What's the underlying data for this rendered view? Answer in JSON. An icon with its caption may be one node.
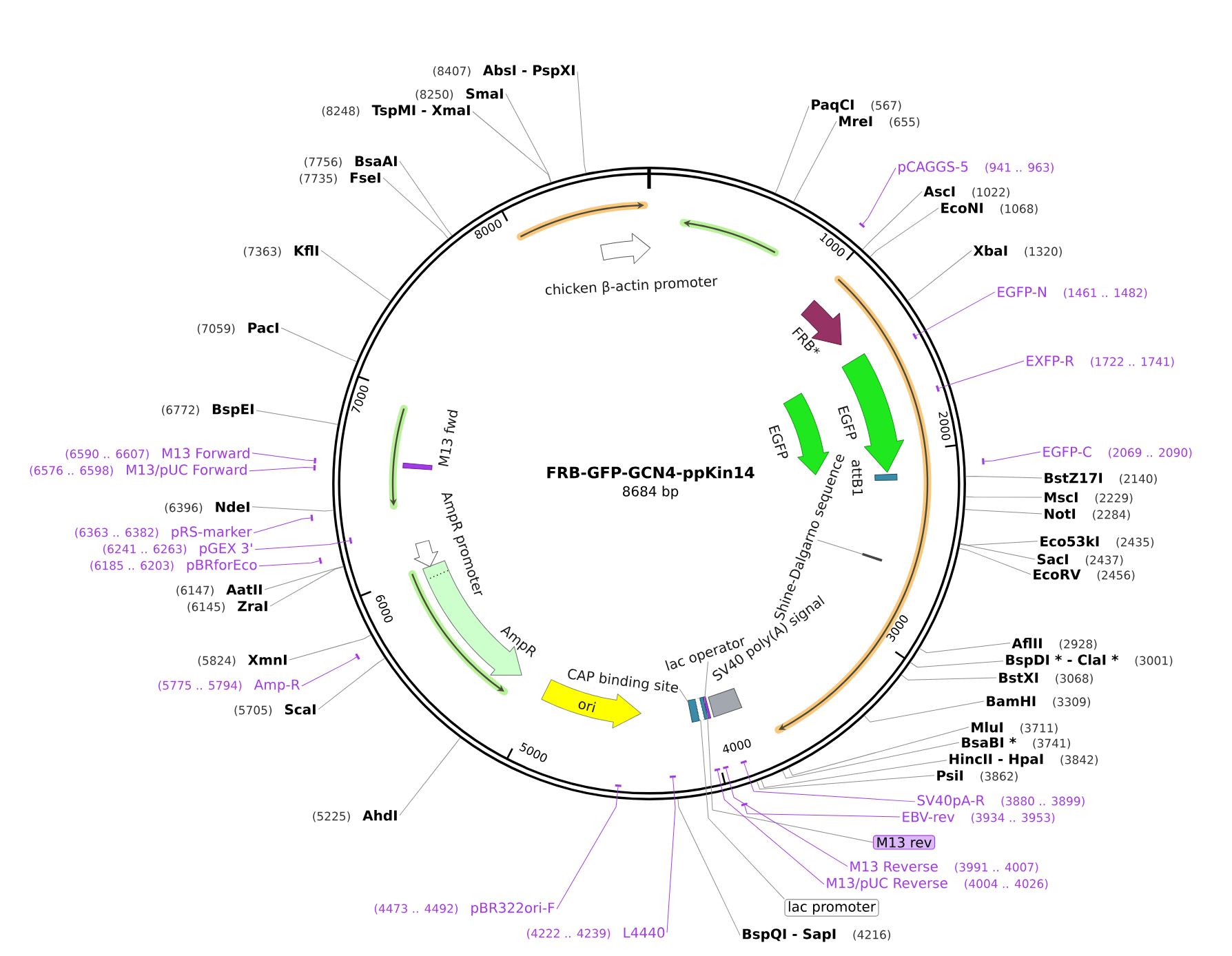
{
  "diagram": {
    "title": "FRB-GFP-GCN4-ppKin14",
    "nodes": [
      {
        "text": [
          "PaqCI",
          "(567)"
        ]
      },
      {
        "text": [
          "MreI",
          "(655)"
        ]
      },
      {
        "text": [
          "pCAGGS-5",
          "(941 .. 963)"
        ]
      },
      {
        "text": [
          "AscI",
          "(1022)"
        ]
      },
      {
        "text": [
          "EcoNI",
          "(1068)"
        ]
      },
      {
        "text": [
          "XbaI",
          "(1320)"
        ]
      },
      {
        "text": [
          "EGFP-N",
          "(1461 .. 1482)"
        ]
      },
      {
        "text": [
          "EXFP-R",
          "(1722 .. 1741)"
        ]
      },
      {
        "text": [
          "EGFP-C",
          "(2069 .. 2090)"
        ]
      },
      {
        "text": [
          "BstZ17I",
          "(2140)"
        ]
      },
      {
        "text": [
          "MscI",
          "(2229)"
        ]
      },
      {
        "text": [
          "NotI",
          "(2284)"
        ]
      },
      {
        "text": [
          "Eco53kI",
          "(2435)"
        ]
      },
      {
        "text": [
          "SacI",
          "(2437)"
        ]
      },
      {
        "text": [
          "EcoRV",
          "(2456)"
        ]
      },
      {
        "text": [
          "AflII",
          "(2928)"
        ]
      },
      {
        "text": [
          "BspDI * - ClaI *",
          "(3001)"
        ]
      },
      {
        "text": [
          "BstXI",
          "(3068)"
        ]
      },
      {
        "text": [
          "BamHI",
          "(3309)"
        ]
      },
      {
        "text": [
          "MluI",
          "(3711)"
        ]
      },
      {
        "text": [
          "BsaBI *",
          "(3741)"
        ]
      },
      {
        "text": [
          "HincII - HpaI",
          "(3842)"
        ]
      },
      {
        "text": [
          "PsiI",
          "(3862)"
        ]
      },
      {
        "text": [
          "SV40pA-R",
          "(3880 .. 3899)"
        ]
      },
      {
        "text": [
          "EBV-rev",
          "(3934 .. 3953)"
        ]
      },
      {
        "text": [
          "M13 rev"
        ]
      },
      {
        "text": [
          "M13 Reverse",
          "(3991 .. 4007)"
        ]
      },
      {
        "text": [
          "M13/pUC Reverse",
          "(4004 .. 4026)"
        ]
      },
      {
        "text": [
          "lac promoter"
        ]
      },
      {
        "text": [
          "BspQI - SapI",
          "(4216)"
        ]
      },
      {
        "text": [
          "(4222 .. 4239)",
          "L4440"
        ]
      },
      {
        "text": [
          "(4473 .. 4492)",
          "pBR322ori-F"
        ]
      },
      {
        "text": [
          "(5225)",
          "AhdI"
        ]
      },
      {
        "text": [
          "(5705)",
          "ScaI"
        ]
      },
      {
        "text": [
          "(5775 .. 5794)",
          "Amp-R"
        ]
      },
      {
        "text": [
          "(5824)",
          "XmnI"
        ]
      },
      {
        "text": [
          "(6145)",
          "ZraI"
        ]
      },
      {
        "text": [
          "(6147)",
          "AatII"
        ]
      },
      {
        "text": [
          "(6185 .. 6203)",
          "pBRforEco"
        ]
      },
      {
        "text": [
          "(6241 .. 6263)",
          "pGEX 3'"
        ]
      },
      {
        "text": [
          "(6363 .. 6382)",
          "pRS-marker"
        ]
      },
      {
        "text": [
          "(6396)",
          "NdeI"
        ]
      },
      {
        "text": [
          "(6576 .. 6598)",
          "M13/pUC Forward"
        ]
      },
      {
        "text": [
          "(6590 .. 6607)",
          "M13 Forward"
        ]
      },
      {
        "text": [
          "(6772)",
          "BspEI"
        ]
      },
      {
        "text": [
          "(7059)",
          "PacI"
        ]
      },
      {
        "text": [
          "(7363)",
          "KflI"
        ]
      },
      {
        "text": [
          "(7735)",
          "FseI"
        ]
      },
      {
        "text": [
          "(7756)",
          "BsaAI"
        ]
      },
      {
        "text": [
          "(8248)",
          "TspMI - XmaI"
        ]
      },
      {
        "text": [
          "(8250)",
          "SmaI"
        ]
      },
      {
        "text": [
          "(8407)",
          "AbsI - PspXI"
        ]
      },
      {
        "text": [
          "chicken β-actin promoter"
        ]
      },
      {
        "text": [
          "FRB*"
        ]
      },
      {
        "text": [
          "EGFP"
        ]
      },
      {
        "text": [
          "EGFP"
        ]
      },
      {
        "text": [
          "attB1"
        ]
      },
      {
        "text": [
          "Shine-Dalgarno sequence"
        ]
      },
      {
        "text": [
          "SV40 poly(A) signal"
        ]
      },
      {
        "text": [
          "lac operator"
        ]
      },
      {
        "text": [
          "CAP binding site"
        ]
      },
      {
        "text": [
          "ori"
        ]
      },
      {
        "text": [
          "AmpR"
        ]
      },
      {
        "text": [
          "AmpR promoter"
        ]
      },
      {
        "text": [
          "M13 fwd"
        ]
      },
      {
        "text": [],
        "shape": "bar"
      },
      {
        "text": [],
        "shape": "bar"
      },
      {
        "text": [],
        "shape": "bar"
      },
      {
        "text": [],
        "shape": "bar"
      },
      {
        "text": [],
        "shape": "bar"
      },
      {
        "text": [],
        "shape": "bar"
      },
      {
        "text": [],
        "shape": "bar"
      },
      {
        "text": [],
        "shape": "bar"
      },
      {
        "text": [],
        "shape": "bar"
      },
      {
        "text": [],
        "shape": "bar"
      },
      {
        "text": [],
        "shape": "bar"
      },
      {
        "text": [],
        "shape": "bar"
      },
      {
        "text": [],
        "shape": "bar"
      },
      {
        "text": [],
        "shape": "bar"
      },
      {
        "text": [],
        "shape": "bar"
      },
      {
        "text": [],
        "shape": "bar"
      },
      {
        "text": [],
        "shape": "box"
      },
      {
        "text": [],
        "shape": "box"
      },
      {
        "text": [],
        "shape": "box"
      },
      {
        "text": [],
        "shape": "box"
      },
      {
        "text": [],
        "shape": "bar"
      }
    ],
    "edges": [
      {
        "from": 0,
        "to": null,
        "arrow": "none"
      },
      {
        "from": 1,
        "to": null,
        "arrow": "none"
      },
      {
        "from": 2,
        "to": 65,
        "arrow": "none",
        "color": "#a23be6"
      },
      {
        "from": 3,
        "to": null,
        "arrow": "none"
      },
      {
        "from": 4,
        "to": null,
        "arrow": "none"
      },
      {
        "from": 5,
        "to": null,
        "arrow": "none"
      },
      {
        "from": 6,
        "to": 66,
        "arrow": "none",
        "color": "#a23be6"
      },
      {
        "from": 7,
        "to": 67,
        "arrow": "none",
        "color": "#a23be6"
      },
      {
        "from": 8,
        "to": 68,
        "arrow": "none",
        "color": "#a23be6"
      },
      {
        "from": 9,
        "to": null,
        "arrow": "none"
      },
      {
        "from": 10,
        "to": null,
        "arrow": "none"
      },
      {
        "from": 11,
        "to": null,
        "arrow": "none"
      },
      {
        "from": 12,
        "to": null,
        "arrow": "none"
      },
      {
        "from": 13,
        "to": null,
        "arrow": "none"
      },
      {
        "from": 14,
        "to": null,
        "arrow": "none"
      },
      {
        "from": 15,
        "to": null,
        "arrow": "none"
      },
      {
        "from": 16,
        "to": null,
        "arrow": "none"
      },
      {
        "from": 17,
        "to": null,
        "arrow": "none"
      },
      {
        "from": 18,
        "to": null,
        "arrow": "none"
      },
      {
        "from": 19,
        "to": null,
        "arrow": "none"
      },
      {
        "from": 20,
        "to": null,
        "arrow": "none"
      },
      {
        "from": 21,
        "to": null,
        "arrow": "none"
      },
      {
        "from": 22,
        "to": null,
        "arrow": "none"
      },
      {
        "from": 23,
        "to": 69,
        "arrow": "none",
        "color": "#a23be6"
      },
      {
        "from": 24,
        "to": 70,
        "arrow": "none",
        "color": "#a23be6"
      },
      {
        "from": 25,
        "to": 84,
        "arrow": "none"
      },
      {
        "from": 26,
        "to": 71,
        "arrow": "none",
        "color": "#a23be6"
      },
      {
        "from": 27,
        "to": 72,
        "arrow": "none",
        "color": "#a23be6"
      },
      {
        "from": 28,
        "to": 82,
        "arrow": "none"
      },
      {
        "from": 29,
        "to": null,
        "arrow": "none"
      },
      {
        "from": 30,
        "to": 73,
        "arrow": "none",
        "color": "#a23be6"
      },
      {
        "from": 31,
        "to": 74,
        "arrow": "none",
        "color": "#a23be6"
      },
      {
        "from": 32,
        "to": null,
        "arrow": "none"
      },
      {
        "from": 33,
        "to": null,
        "arrow": "none"
      },
      {
        "from": 34,
        "to": 75,
        "arrow": "none",
        "color": "#a23be6"
      },
      {
        "from": 35,
        "to": null,
        "arrow": "none"
      },
      {
        "from": 36,
        "to": null,
        "arrow": "none"
      },
      {
        "from": 37,
        "to": null,
        "arrow": "none"
      },
      {
        "from": 38,
        "to": 76,
        "arrow": "none",
        "color": "#a23be6"
      },
      {
        "from": 39,
        "to": 77,
        "arrow": "none",
        "color": "#a23be6"
      },
      {
        "from": 40,
        "to": 78,
        "arrow": "none",
        "color": "#a23be6"
      },
      {
        "from": 41,
        "to": null,
        "arrow": "none"
      },
      {
        "from": 42,
        "to": 79,
        "arrow": "none",
        "color": "#a23be6"
      },
      {
        "from": 43,
        "to": 80,
        "arrow": "none",
        "color": "#a23be6"
      },
      {
        "from": 44,
        "to": null,
        "arrow": "none"
      },
      {
        "from": 45,
        "to": null,
        "arrow": "none"
      },
      {
        "from": 46,
        "to": null,
        "arrow": "none"
      },
      {
        "from": 47,
        "to": null,
        "arrow": "none"
      },
      {
        "from": 48,
        "to": null,
        "arrow": "none"
      },
      {
        "from": 49,
        "to": null,
        "arrow": "none"
      },
      {
        "from": 50,
        "to": null,
        "arrow": "none"
      },
      {
        "from": 51,
        "to": null,
        "arrow": "none"
      },
      {
        "from": 57,
        "to": 85,
        "arrow": "none"
      },
      {
        "from": 59,
        "to": 83,
        "arrow": "none"
      },
      {
        "from": 60,
        "to": 81,
        "arrow": "none"
      }
    ],
    "labels": [
      "8684 bp",
      "1000",
      "2000",
      "3000",
      "4000",
      "5000",
      "6000",
      "7000",
      "8000"
    ]
  }
}
